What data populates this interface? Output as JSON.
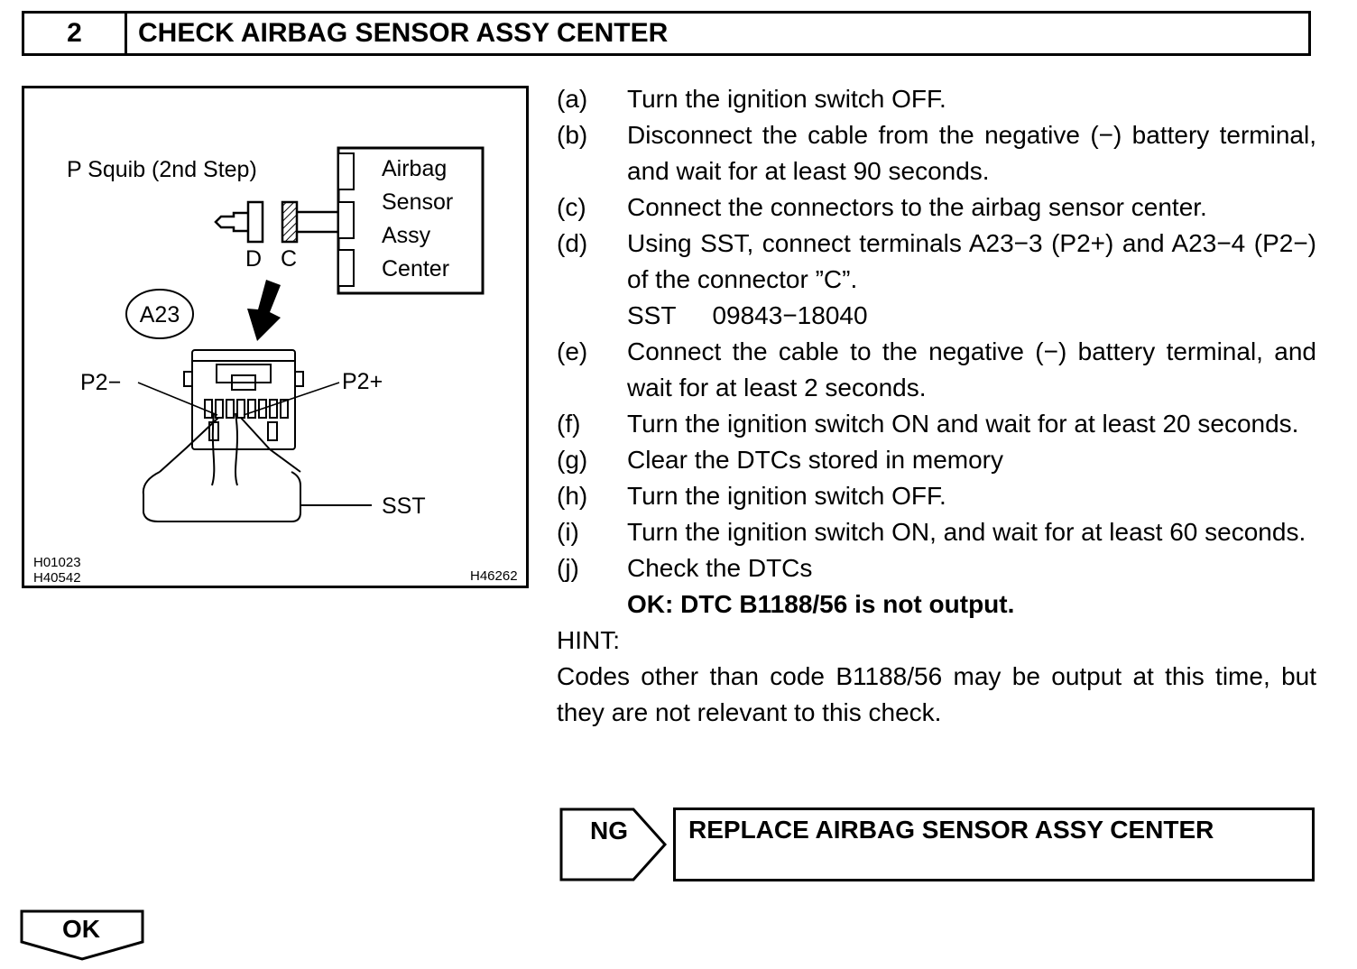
{
  "header": {
    "step_number": "2",
    "title": "CHECK AIRBAG SENSOR ASSY CENTER"
  },
  "figure": {
    "squib_label": "P Squib (2nd Step)",
    "module_lines": [
      "Airbag",
      "Sensor",
      "Assy",
      "Center"
    ],
    "connector_d": "D",
    "connector_c": "C",
    "connector_id": "A23",
    "p2_minus": "P2−",
    "p2_plus": "P2+",
    "sst_label": "SST",
    "code_1": "H01023",
    "code_2": "H40542",
    "code_3": "H46262"
  },
  "procedure": {
    "steps": [
      {
        "label": "(a)",
        "text": "Turn the ignition switch OFF."
      },
      {
        "label": "(b)",
        "text": "Disconnect the cable from the negative (−) battery terminal, and wait for at least 90 seconds."
      },
      {
        "label": "(c)",
        "text": "Connect the connectors to the airbag sensor center."
      },
      {
        "label": "(d)",
        "text": "Using SST, connect terminals A23−3 (P2+) and A23−4 (P2−) of the connector ”C”."
      },
      {
        "label": "(e)",
        "text": "Connect the cable to the negative (−) battery terminal, and wait for at least 2 seconds."
      },
      {
        "label": "(f)",
        "text": "Turn the ignition switch ON and wait for at least 20 seconds."
      },
      {
        "label": "(g)",
        "text": "Clear the DTCs stored in memory"
      },
      {
        "label": "(h)",
        "text": "Turn the ignition switch OFF."
      },
      {
        "label": "(i)",
        "text": "Turn the ignition switch ON, and wait for at least 60 seconds."
      },
      {
        "label": "(j)",
        "text": "Check the DTCs"
      }
    ],
    "sst_prefix": "SST",
    "sst_number": "09843−18040",
    "ok_result": "OK: DTC B1188/56 is not output.",
    "hint_title": "HINT:",
    "hint_text": "Codes other than code B1188/56 may be output at this time, but they are not relevant to this check."
  },
  "result_ng": {
    "label": "NG",
    "action": "REPLACE AIRBAG SENSOR ASSY CENTER"
  },
  "result_ok": {
    "label": "OK"
  }
}
